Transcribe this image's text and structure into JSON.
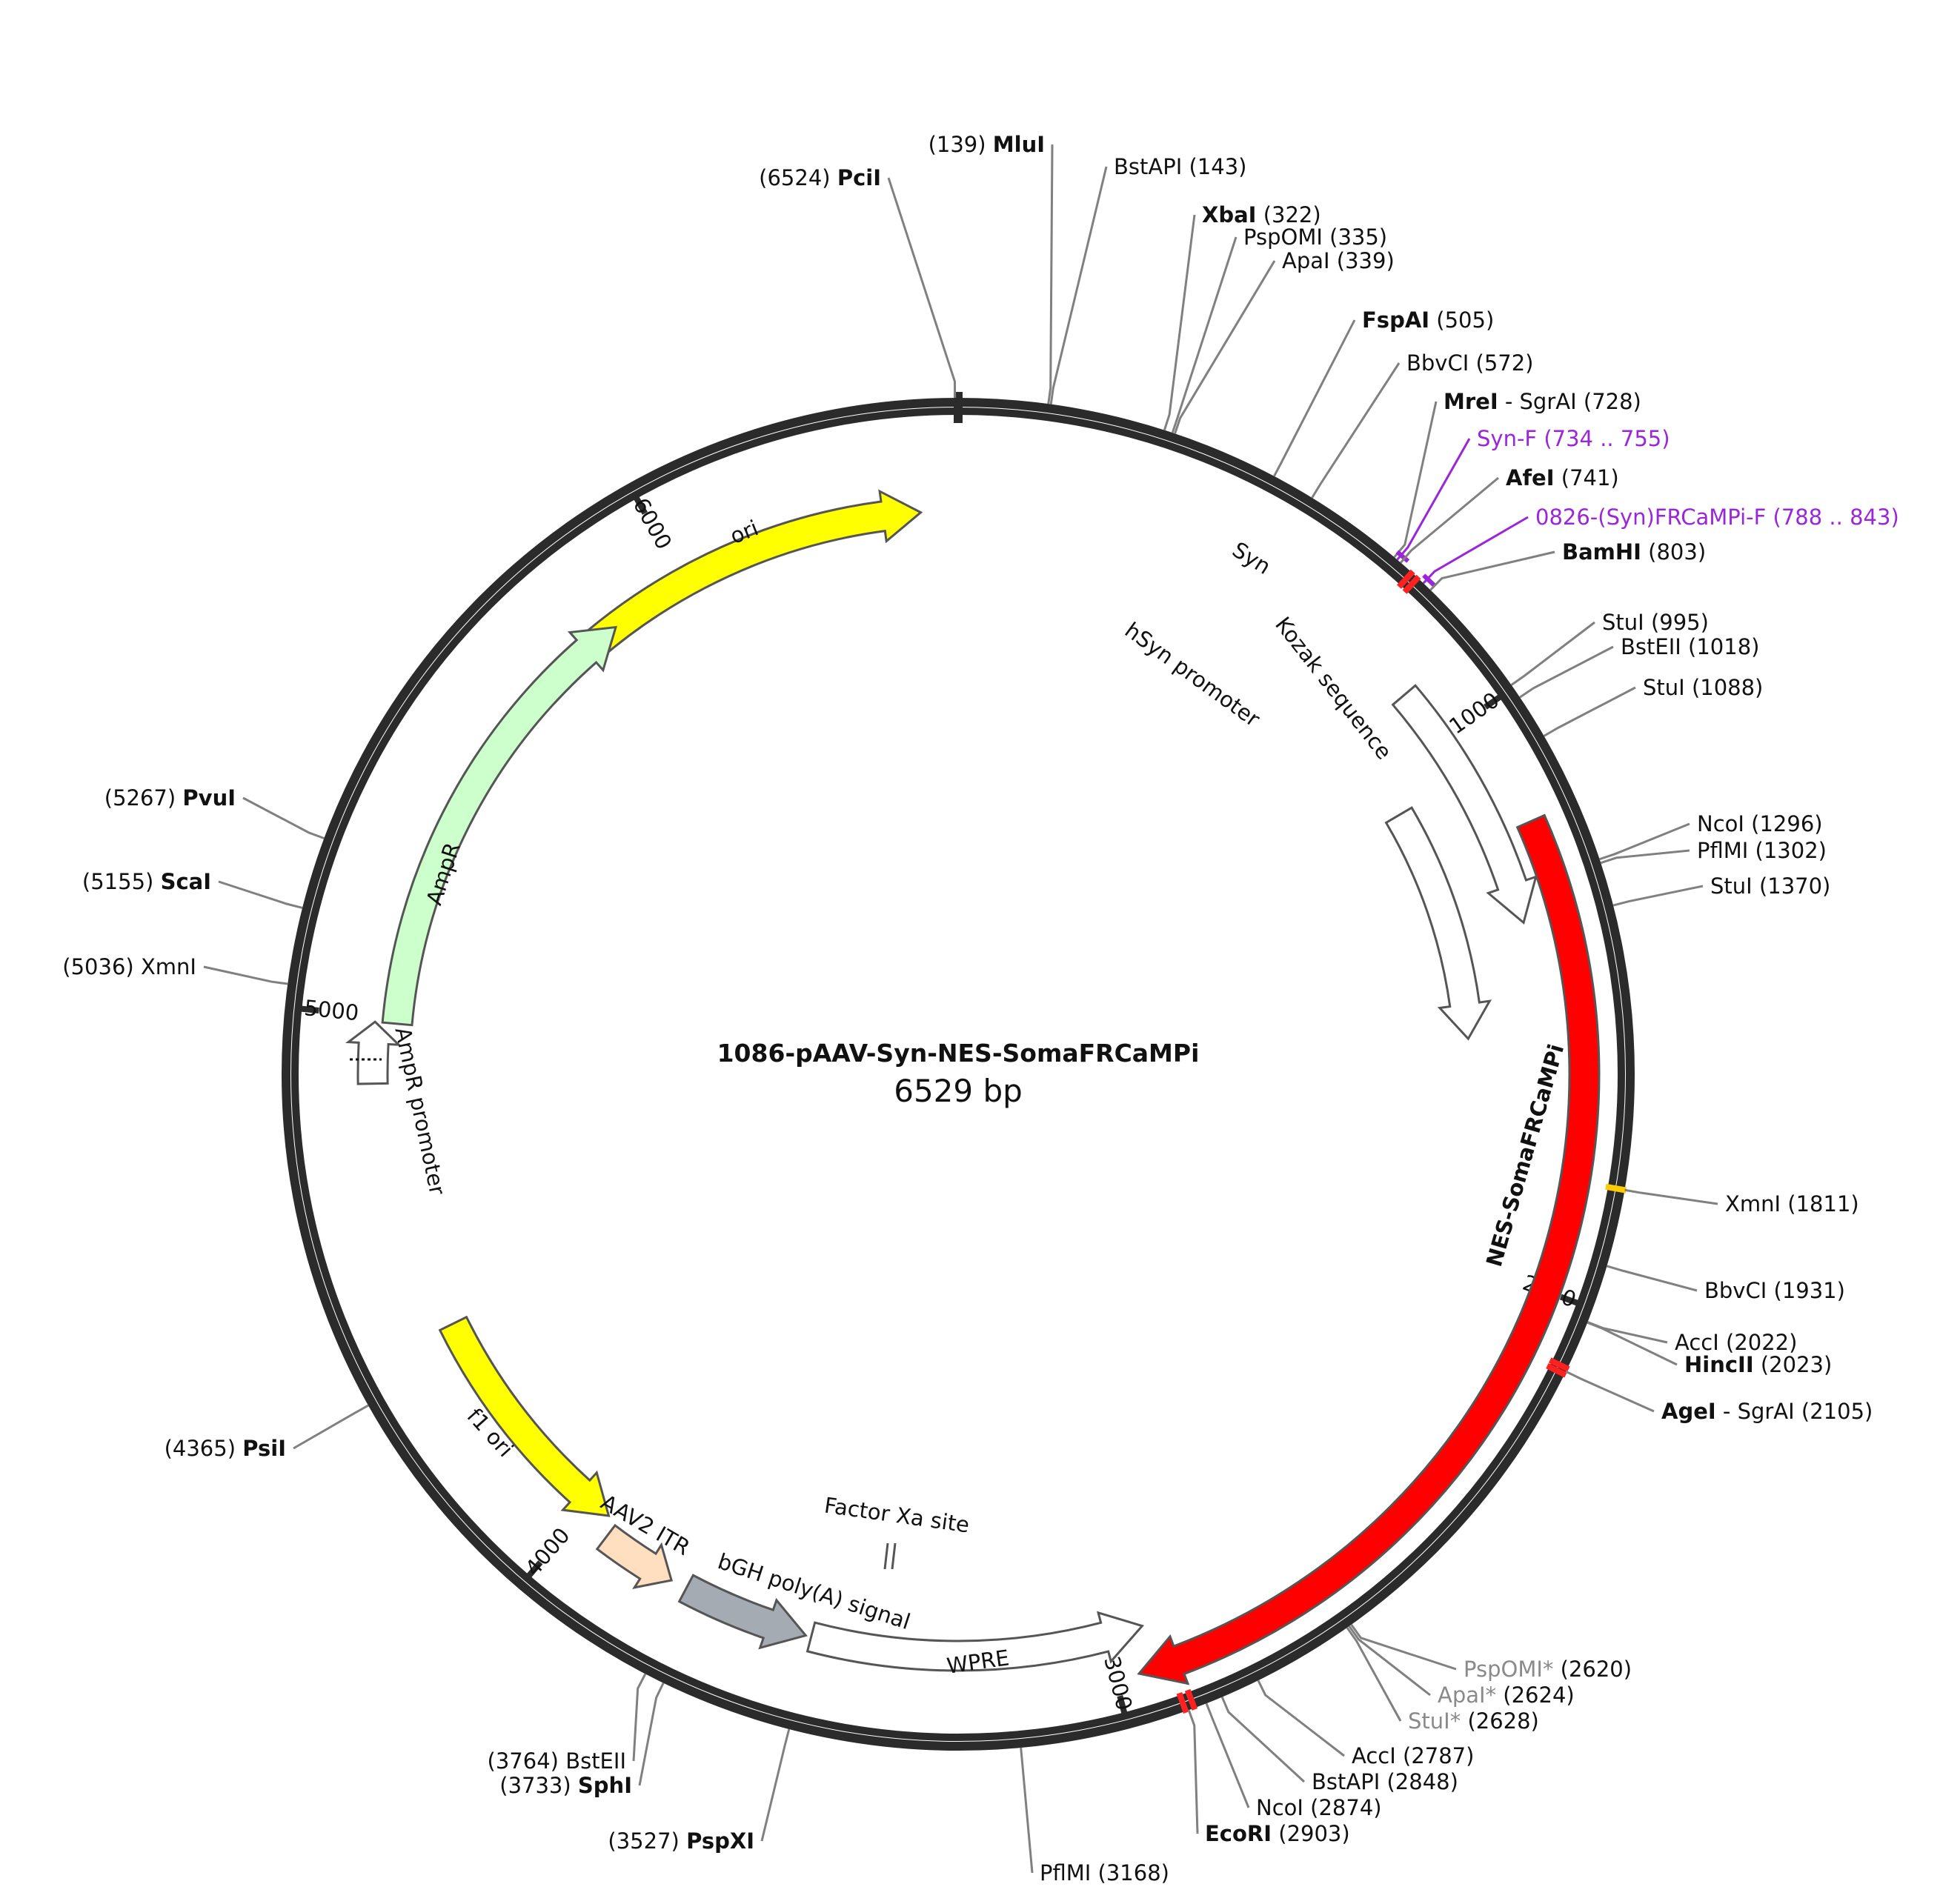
{
  "title": "1086-pAAV-Syn-NES-SomaFRCaMPi",
  "size_label": "6529 bp",
  "total_bp": 6529,
  "tick_labels": [
    "1000",
    "2000",
    "3000",
    "4000",
    "5000",
    "6000"
  ],
  "features": [
    {
      "name": "ori",
      "start": 5670,
      "end": 6460,
      "strand": 1,
      "color": "#ffff00",
      "label_color": "#333333"
    },
    {
      "name": "Syn",
      "start": 900,
      "end": 1360,
      "strand": 1,
      "color": "#ffffff"
    },
    {
      "name": "hSyn promoter",
      "start": 1080,
      "end": 1560,
      "strand": 1,
      "color": "#ffffff"
    },
    {
      "name": "NES-SomaFRCaMPi",
      "start": 1200,
      "end": 2960,
      "strand": 1,
      "color": "#ff0000",
      "label_color": "#ffffff"
    },
    {
      "name": "WPRE",
      "start": 2930,
      "end": 3530,
      "strand": -1,
      "color": "#ffffff"
    },
    {
      "name": "bGH poly(A) signal",
      "start": 3540,
      "end": 3770,
      "strand": -1,
      "color": "#a5abb3"
    },
    {
      "name": "AAV2 ITR",
      "start": 3800,
      "end": 3940,
      "strand": -1,
      "color": "#ffdfbf"
    },
    {
      "name": "f1 ori",
      "start": 3960,
      "end": 4420,
      "strand": -1,
      "color": "#ffff00",
      "label_color": "#333333"
    },
    {
      "name": "AmpR",
      "start": 4990,
      "end": 5850,
      "strand": 1,
      "color": "#ccffcc"
    },
    {
      "name": "AmpR promoter",
      "start": 4880,
      "end": 4990,
      "strand": 1,
      "color": "#ffffff"
    },
    {
      "name": "Kozak sequence",
      "start": 1180,
      "end": 1190,
      "strand": 0,
      "color": "#ffffff"
    },
    {
      "name": "Factor Xa site",
      "start": 3290,
      "end": 3300,
      "strand": 0,
      "color": "#ffffff"
    }
  ],
  "sites": [
    {
      "name": "PciI",
      "pos": "(6524)",
      "bold": true,
      "side": "left"
    },
    {
      "name": "MluI",
      "pos": "(139)",
      "bold": true,
      "side": "left"
    },
    {
      "name": "BstAPI",
      "pos": "(143)",
      "bold": false,
      "side": "right"
    },
    {
      "name": "XbaI",
      "pos": "(322)",
      "bold": true,
      "side": "right"
    },
    {
      "name": "PspOMI",
      "pos": "(335)",
      "bold": false,
      "side": "right"
    },
    {
      "name": "ApaI",
      "pos": "(339)",
      "bold": false,
      "side": "right"
    },
    {
      "name": "FspAI",
      "pos": "(505)",
      "bold": true,
      "side": "right"
    },
    {
      "name": "BbvCI",
      "pos": "(572)",
      "bold": false,
      "side": "right"
    },
    {
      "name": "MreI",
      "extra": " - SgrAI",
      "pos": "(728)",
      "bold": true,
      "side": "right"
    },
    {
      "name": "Syn-F",
      "pos": "(734 .. 755)",
      "primer": true,
      "side": "right"
    },
    {
      "name": "AfeI",
      "pos": "(741)",
      "bold": true,
      "side": "right"
    },
    {
      "name": "0826-(Syn)FRCaMPi-F",
      "pos": "(788 .. 843)",
      "primer": true,
      "side": "right"
    },
    {
      "name": "BamHI",
      "pos": "(803)",
      "bold": true,
      "side": "right"
    },
    {
      "name": "StuI",
      "pos": "(995)",
      "bold": false,
      "side": "right"
    },
    {
      "name": "BstEII",
      "pos": "(1018)",
      "bold": false,
      "side": "right"
    },
    {
      "name": "StuI",
      "pos": "(1088)",
      "bold": false,
      "side": "right"
    },
    {
      "name": "NcoI",
      "pos": "(1296)",
      "bold": false,
      "side": "right"
    },
    {
      "name": "PflMI",
      "pos": "(1302)",
      "bold": false,
      "side": "right"
    },
    {
      "name": "StuI",
      "pos": "(1370)",
      "bold": false,
      "side": "right"
    },
    {
      "name": "XmnI",
      "pos": "(1811)",
      "bold": false,
      "side": "right"
    },
    {
      "name": "BbvCI",
      "pos": "(1931)",
      "bold": false,
      "side": "right"
    },
    {
      "name": "AccI",
      "pos": "(2022)",
      "bold": false,
      "side": "right"
    },
    {
      "name": "HincII",
      "pos": "(2023)",
      "bold": true,
      "side": "right"
    },
    {
      "name": "AgeI",
      "extra": " - SgrAI",
      "pos": "(2105)",
      "bold": true,
      "side": "right"
    },
    {
      "name": "PspOMI*",
      "pos": "(2620)",
      "grey": true,
      "side": "right"
    },
    {
      "name": "ApaI*",
      "pos": "(2624)",
      "grey": true,
      "side": "right"
    },
    {
      "name": "StuI*",
      "pos": "(2628)",
      "grey": true,
      "side": "right"
    },
    {
      "name": "AccI",
      "pos": "(2787)",
      "bold": false,
      "side": "right"
    },
    {
      "name": "BstAPI",
      "pos": "(2848)",
      "bold": false,
      "side": "right"
    },
    {
      "name": "NcoI",
      "pos": "(2874)",
      "bold": false,
      "side": "right"
    },
    {
      "name": "EcoRI",
      "pos": "(2903)",
      "bold": true,
      "side": "right"
    },
    {
      "name": "PflMI",
      "pos": "(3168)",
      "bold": false,
      "side": "right"
    },
    {
      "name": "PspXI",
      "pos": "(3527)",
      "bold": true,
      "side": "left"
    },
    {
      "name": "SphI",
      "pos": "(3733)",
      "bold": true,
      "side": "left"
    },
    {
      "name": "BstEII",
      "pos": "(3764)",
      "bold": false,
      "side": "left"
    },
    {
      "name": "PsiI",
      "pos": "(4365)",
      "bold": true,
      "side": "left"
    },
    {
      "name": "XmnI",
      "pos": "(5036)",
      "bold": false,
      "side": "left"
    },
    {
      "name": "ScaI",
      "pos": "(5155)",
      "bold": true,
      "side": "left"
    },
    {
      "name": "PvuI",
      "pos": "(5267)",
      "bold": true,
      "side": "left"
    }
  ]
}
